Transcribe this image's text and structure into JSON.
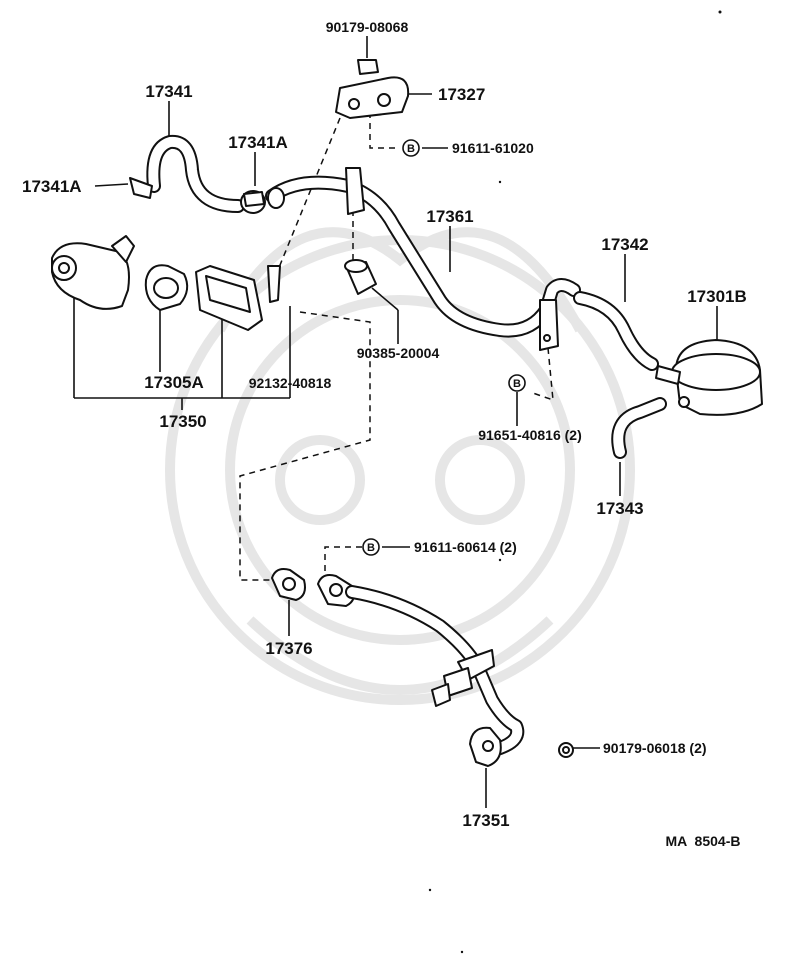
{
  "labels": {
    "p90179_08068": "90179-08068",
    "p17341": "17341",
    "p17327": "17327",
    "p17341A_top": "17341A",
    "p91611_61020": "91611-61020",
    "p17341A_left": "17341A",
    "p17361": "17361",
    "p17342": "17342",
    "p17301B": "17301B",
    "p90385_20004": "90385-20004",
    "p17305A": "17305A",
    "p92132_40818": "92132-40818",
    "p17350": "17350",
    "p91651_40816": "91651-40816 (2)",
    "p17343": "17343",
    "p91611_60614": "91611-60614 (2)",
    "p17376": "17376",
    "p90179_06018": "90179-06018 (2)",
    "p17351": "17351",
    "diagram_code": "MA  8504-B"
  },
  "markers": {
    "bolt_marker": "B"
  }
}
